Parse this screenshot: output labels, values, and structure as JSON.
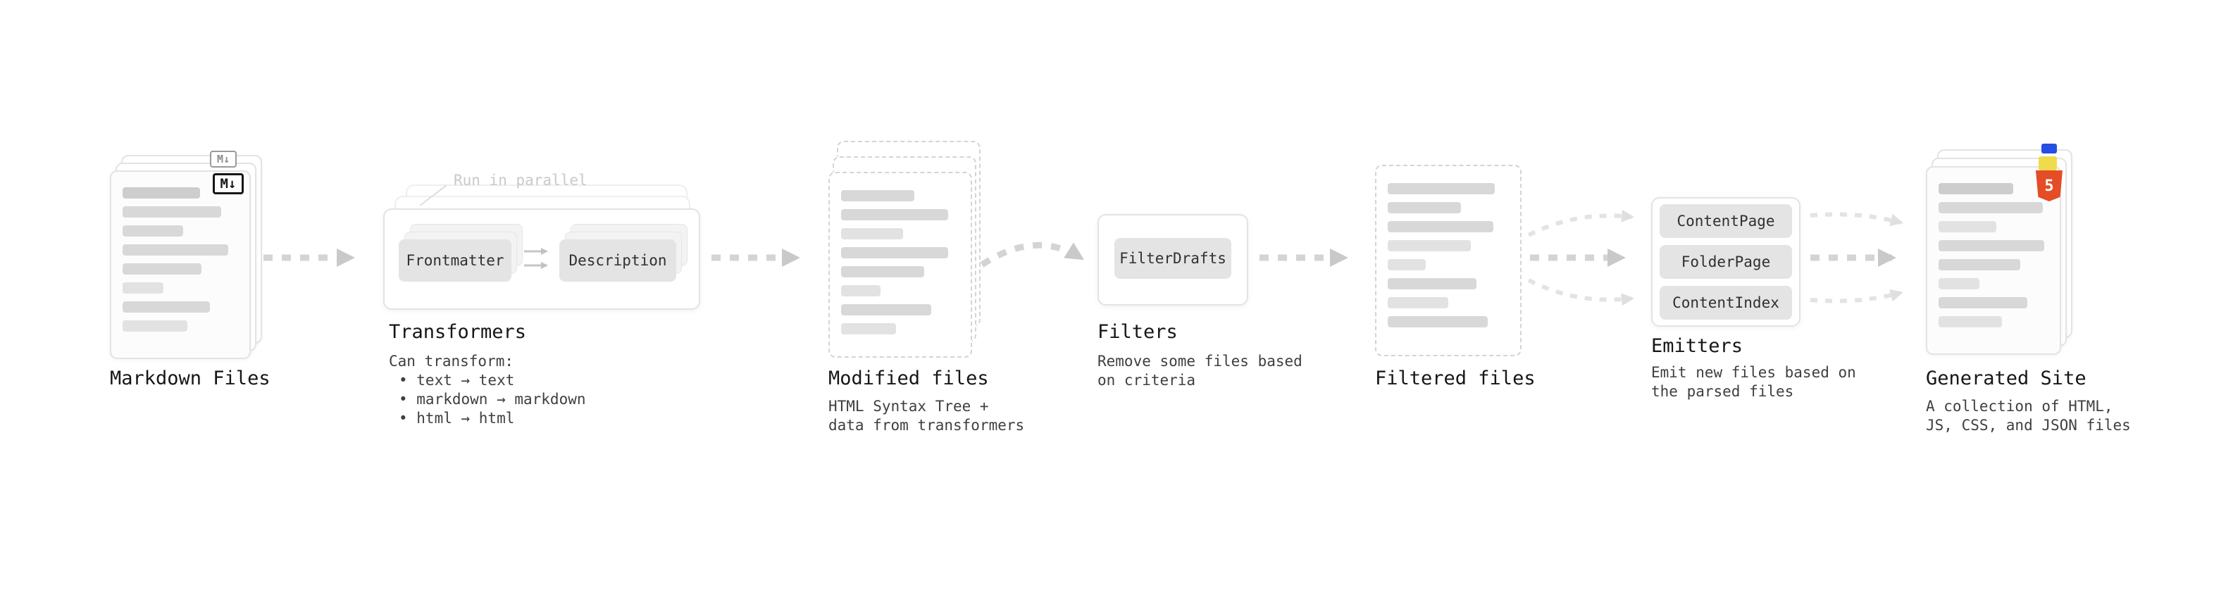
{
  "colors": {
    "arrow_gray": "#d4d4d4",
    "skeleton_gray": "#d8d8d8",
    "html5_orange": "#e44d26",
    "js_yellow": "#f0db4f",
    "css_blue": "#264de4"
  },
  "stages": {
    "markdown_files": {
      "title": "Markdown Files",
      "badge": "M↓"
    },
    "transformers": {
      "title": "Transformers",
      "annotation": "Run in parallel",
      "buttons": [
        "Frontmatter",
        "Description"
      ],
      "desc_lines": [
        "Can transform:",
        "• text → text",
        "• markdown → markdown",
        "• html → html"
      ]
    },
    "modified_files": {
      "title": "Modified files",
      "desc_lines": [
        "HTML Syntax Tree +",
        "data from transformers"
      ]
    },
    "filters": {
      "title": "Filters",
      "buttons": [
        "FilterDrafts"
      ],
      "desc_lines": [
        "Remove some files based",
        "on criteria"
      ]
    },
    "filtered_files": {
      "title": "Filtered files"
    },
    "emitters": {
      "title": "Emitters",
      "buttons": [
        "ContentPage",
        "FolderPage",
        "ContentIndex"
      ],
      "desc_lines": [
        "Emit new files based on",
        "the parsed files"
      ]
    },
    "generated_site": {
      "title": "Generated Site",
      "html_badge": "5",
      "desc_lines": [
        "A collection of HTML,",
        "JS, CSS, and JSON files"
      ]
    }
  }
}
